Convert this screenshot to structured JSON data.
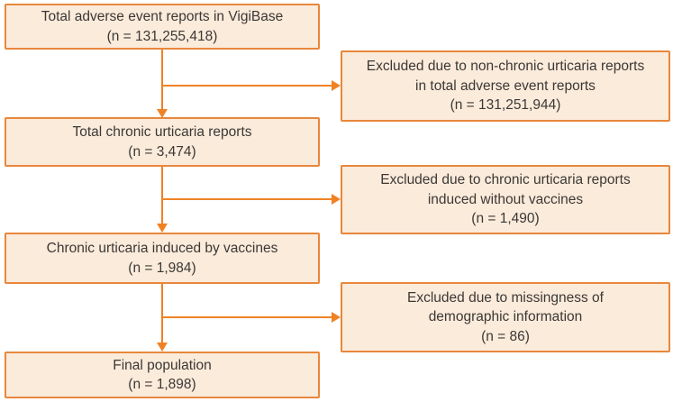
{
  "diagram": {
    "type": "flowchart",
    "description": "Study population selection flow diagram from VigiBase",
    "boxes": [
      {
        "id": "total-adverse-events",
        "text": "Total adverse event reports in VigiBase\n(n = 131,255,418)"
      },
      {
        "id": "excluded-non-chronic",
        "text": "Excluded due to non-chronic urticaria reports\nin total adverse event reports\n(n = 131,251,944)"
      },
      {
        "id": "total-chronic-urticaria",
        "text": "Total chronic urticaria reports\n(n = 3,474)"
      },
      {
        "id": "excluded-without-vaccines",
        "text": "Excluded due to chronic urticaria reports\ninduced without vaccines\n(n = 1,490)"
      },
      {
        "id": "chronic-urticaria-vaccines",
        "text": "Chronic urticaria induced by vaccines\n(n = 1,984)"
      },
      {
        "id": "excluded-missing-demographics",
        "text": "Excluded due to missingness of\ndemographic information\n(n = 86)"
      },
      {
        "id": "final-population",
        "text": "Final population\n(n = 1,898)"
      }
    ],
    "counts": {
      "total_adverse_event_reports": "131,255,418",
      "excluded_non_chronic": "131,251,944",
      "total_chronic_urticaria": "3,474",
      "excluded_without_vaccines": "1,490",
      "chronic_urticaria_by_vaccines": "1,984",
      "excluded_missing_demographics": "86",
      "final_population": "1,898"
    }
  },
  "colors": {
    "box-fill": "#FBEBDB",
    "box-border": "#E8873C",
    "arrow": "#F08224",
    "text": "#3C3835",
    "background": "#FFFFFF"
  }
}
